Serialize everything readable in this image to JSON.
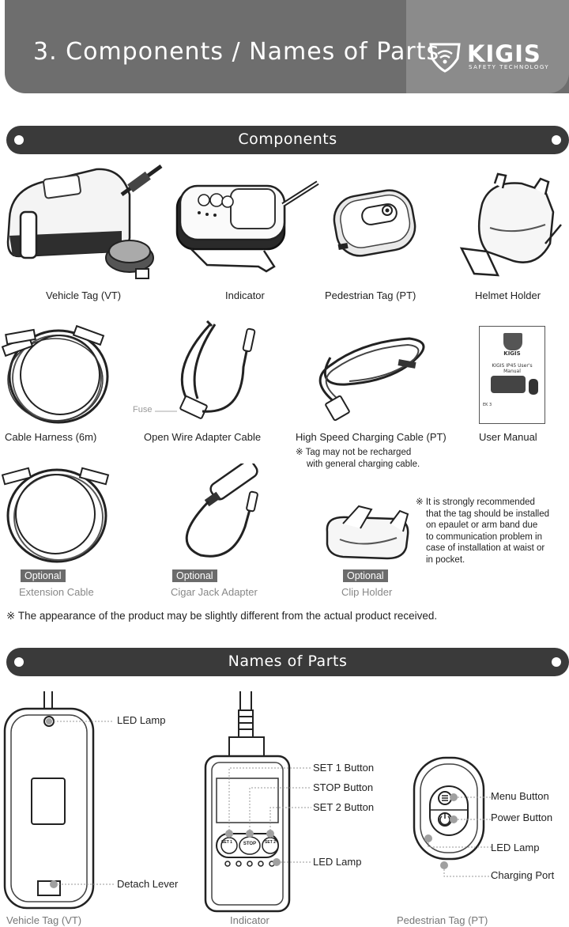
{
  "header": {
    "title": "3. Components / Names of Parts",
    "brand": "KIGIS",
    "brand_sub": "SAFETY TECHNOLOGY"
  },
  "components_section": {
    "title": "Components",
    "items": [
      {
        "label": "Vehicle Tag (VT)"
      },
      {
        "label": "Indicator"
      },
      {
        "label": "Pedestrian Tag (PT)"
      },
      {
        "label": "Helmet Holder"
      },
      {
        "label": "Cable Harness (6m)"
      },
      {
        "label": "Open Wire Adapter Cable"
      },
      {
        "label": "High Speed Charging Cable (PT)"
      },
      {
        "label": "User Manual"
      },
      {
        "label": "Extension Cable",
        "badge": "Optional"
      },
      {
        "label": "Cigar Jack Adapter",
        "badge": "Optional"
      },
      {
        "label": "Clip Holder",
        "badge": "Optional"
      }
    ],
    "fuse_label": "Fuse",
    "charging_note_1": "※ Tag may not be recharged",
    "charging_note_2": "with general charging cable.",
    "install_note_1": "※ It is strongly recommended",
    "install_note_2": "that the tag should be installed",
    "install_note_3": "on epaulet or arm band due",
    "install_note_4": "to communication problem in",
    "install_note_5": "case of installation at waist or",
    "install_note_6": "in pocket.",
    "disclaimer": "※ The appearance of the product may be slightly different from the actual product received.",
    "manual_cover": {
      "brand": "KIGIS",
      "title": "KIGIS IP45 User's Manual",
      "code": "EK 3"
    }
  },
  "parts_section": {
    "title": "Names of Parts",
    "vehicle_tag": {
      "caption": "Vehicle Tag (VT)",
      "led_lamp": "LED Lamp",
      "detach_lever": "Detach Lever"
    },
    "indicator": {
      "caption": "Indicator",
      "set1": "SET 1 Button",
      "stop": "STOP  Button",
      "set2": "SET 2 Button",
      "led_lamp": "LED Lamp",
      "btn_set1": "SET 1",
      "btn_stop": "STOP",
      "btn_set2": "SET 2"
    },
    "pedestrian_tag": {
      "caption": "Pedestrian Tag (PT)",
      "menu": "Menu Button",
      "power": "Power Button",
      "led_lamp": "LED Lamp",
      "charging": "Charging Port"
    }
  },
  "colors": {
    "header_dark": "#6e6e6e",
    "header_light": "#8b8b8b",
    "section_bar": "#3a3a3a",
    "badge": "#6b6b6b",
    "marker": "#a0a0a0"
  }
}
